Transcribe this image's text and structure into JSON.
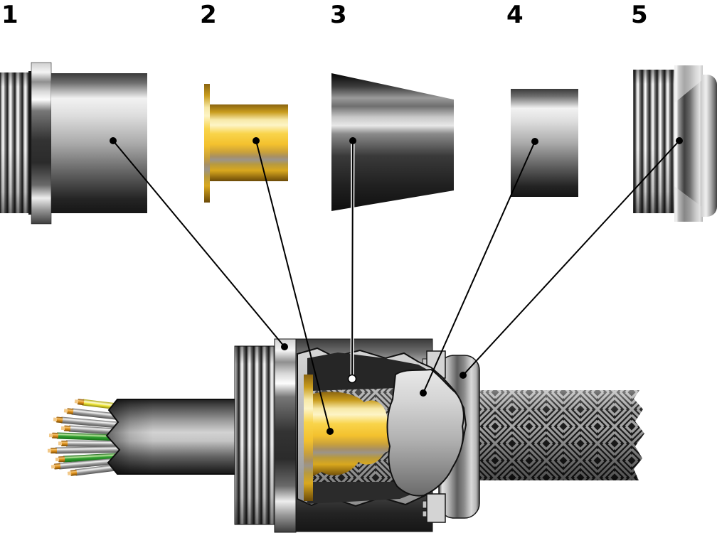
{
  "diagram": {
    "background_color": "#FFFFFF",
    "line_color": "#000000",
    "labels": {
      "part1": "1",
      "part2": "2",
      "part3": "3",
      "part4": "4",
      "part5": "5"
    },
    "colors": {
      "brass_insert": "#F3C12E",
      "brass_highlight": "#FDF4C6",
      "metal_highlight": "#F2F2F2",
      "metal_shadow": "#1C1C1C",
      "rubber_cone_dark": "#262626",
      "wire_yellow": "#F0E94E",
      "wire_green": "#2EA82E",
      "wire_gray": "#C9C9C9",
      "copper_tip": "#DE9A2B"
    }
  }
}
